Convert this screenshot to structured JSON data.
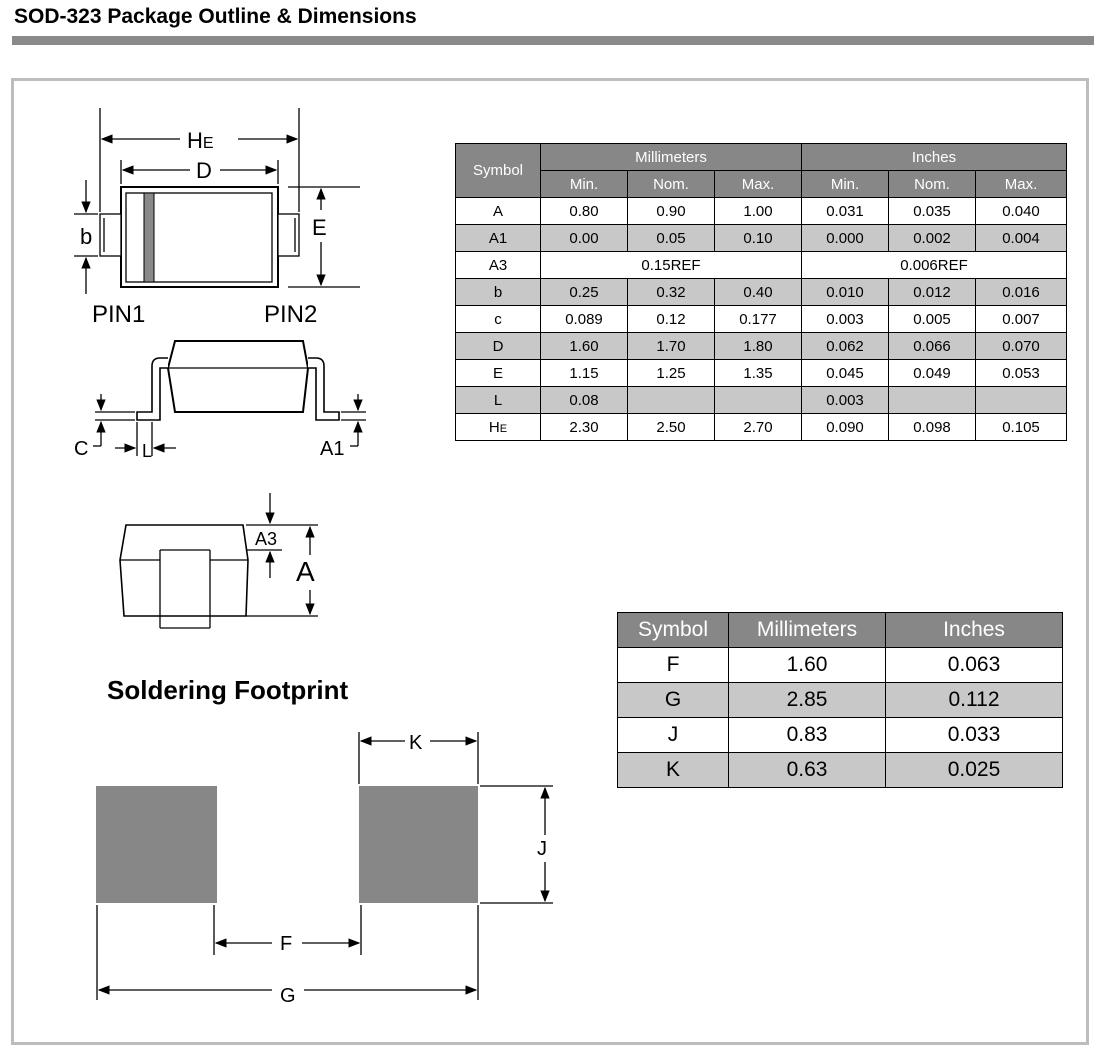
{
  "title": "SOD-323 Package Outline & Dimensions",
  "diagram_labels": {
    "he": "H",
    "he_sub": "E",
    "d": "D",
    "e": "E",
    "b": "b",
    "pin1": "PIN1",
    "pin2": "PIN2",
    "c": "C",
    "l": "L",
    "a1": "A1",
    "a3": "A3",
    "a": "A",
    "k": "K",
    "j": "J",
    "f": "F",
    "g": "G"
  },
  "footprint_title": "Soldering Footprint",
  "dimensions_table": {
    "symbol_header": "Symbol",
    "mm_header": "Millimeters",
    "in_header": "Inches",
    "sub_headers": [
      "Min.",
      "Nom.",
      "Max.",
      "Min.",
      "Nom.",
      "Max."
    ],
    "rows": [
      {
        "symbol": "A",
        "mm": [
          "0.80",
          "0.90",
          "1.00"
        ],
        "in": [
          "0.031",
          "0.035",
          "0.040"
        ]
      },
      {
        "symbol": "A1",
        "mm": [
          "0.00",
          "0.05",
          "0.10"
        ],
        "in": [
          "0.000",
          "0.002",
          "0.004"
        ]
      },
      {
        "symbol": "A3",
        "mm_ref": "0.15REF",
        "in_ref": "0.006REF"
      },
      {
        "symbol": "b",
        "mm": [
          "0.25",
          "0.32",
          "0.40"
        ],
        "in": [
          "0.010",
          "0.012",
          "0.016"
        ]
      },
      {
        "symbol": "c",
        "mm": [
          "0.089",
          "0.12",
          "0.177"
        ],
        "in": [
          "0.003",
          "0.005",
          "0.007"
        ]
      },
      {
        "symbol": "D",
        "mm": [
          "1.60",
          "1.70",
          "1.80"
        ],
        "in": [
          "0.062",
          "0.066",
          "0.070"
        ]
      },
      {
        "symbol": "E",
        "mm": [
          "1.15",
          "1.25",
          "1.35"
        ],
        "in": [
          "0.045",
          "0.049",
          "0.053"
        ]
      },
      {
        "symbol": "L",
        "mm": [
          "0.08",
          "",
          ""
        ],
        "in": [
          "0.003",
          "",
          ""
        ]
      },
      {
        "symbol": "H",
        "symbol_sub": "E",
        "mm": [
          "2.30",
          "2.50",
          "2.70"
        ],
        "in": [
          "0.090",
          "0.098",
          "0.105"
        ]
      }
    ]
  },
  "footprint_table": {
    "headers": [
      "Symbol",
      "Millimeters",
      "Inches"
    ],
    "rows": [
      [
        "F",
        "1.60",
        "0.063"
      ],
      [
        "G",
        "2.85",
        "0.112"
      ],
      [
        "J",
        "0.83",
        "0.033"
      ],
      [
        "K",
        "0.63",
        "0.025"
      ]
    ]
  }
}
